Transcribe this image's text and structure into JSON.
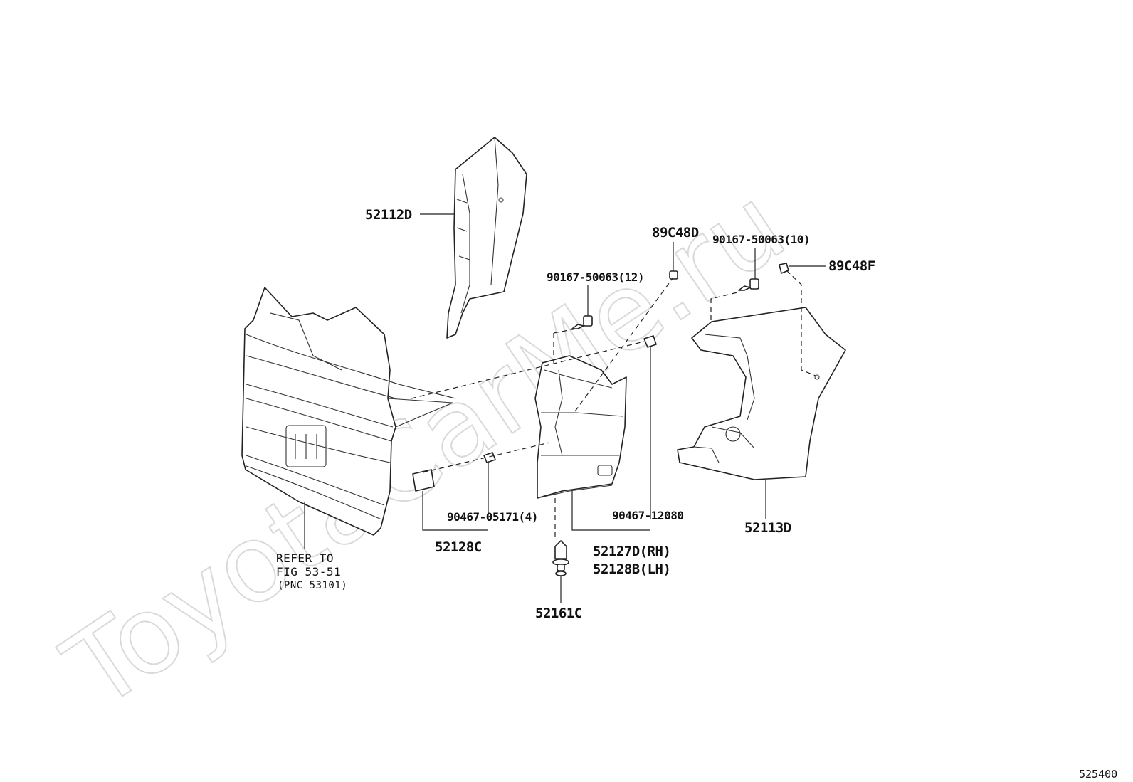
{
  "watermark": "ToyotaCarMe.ru",
  "figure_number": "525400",
  "labels": {
    "bracket_upper": "52112D",
    "clip_89c48d": "89C48D",
    "screw_12": "90167-50063(12)",
    "screw_10": "90167-50063(10)",
    "clip_89c48f": "89C48F",
    "clip_05171": "90467-05171(4)",
    "clip_12080": "90467-12080",
    "cover_52128c": "52128C",
    "retainer_rh": "52127D(RH)",
    "retainer_lh": "52128B(LH)",
    "extension_52113d": "52113D",
    "rivet_52161c": "52161C"
  },
  "reference": {
    "line1": "REFER TO",
    "line2": "FIG 53-51",
    "line3": "(PNC 53101)"
  },
  "colors": {
    "line": "#222222",
    "watermark": "#d9d9d9",
    "background": "#ffffff"
  }
}
